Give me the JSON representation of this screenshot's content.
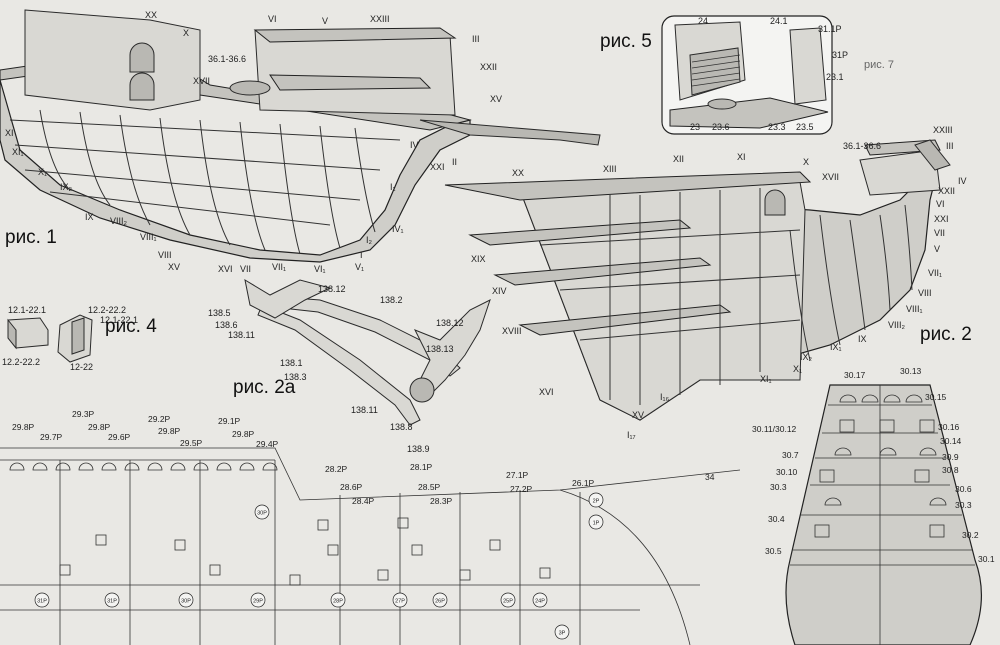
{
  "figures": {
    "fig1": "рис. 1",
    "fig2": "рис. 2",
    "fig2a": "рис. 2а",
    "fig4": "рис. 4",
    "fig5": "рис. 5"
  },
  "fig1_labels": [
    "XX",
    "X",
    "XXIII",
    "VI",
    "V",
    "III",
    "36.1-36.6",
    "XXII",
    "XVII",
    "XV",
    "XI",
    "XI₁",
    "X₁",
    "IX₂",
    "IX",
    "VIII₂",
    "VIII₁",
    "VIII",
    "XV",
    "XVI",
    "VII",
    "VII₁",
    "VI₁",
    "V₁",
    "I",
    "I₂",
    "IV₁",
    "I₁",
    "XXI",
    "IV",
    "II"
  ],
  "fig2_labels": [
    "XX",
    "XIII",
    "XII",
    "XI",
    "X",
    "XVII",
    "36.1-36.6",
    "XXIII",
    "III",
    "IV",
    "XXII",
    "VI",
    "XXI",
    "VII",
    "V",
    "VII₁",
    "VIII",
    "VIII₁",
    "VIII₂",
    "IX",
    "IX₁",
    "IX₂",
    "X₁",
    "XI₁",
    "I₁₆",
    "I₁₇",
    "XV",
    "XVI",
    "XVIII",
    "XIV",
    "XIX"
  ],
  "fig2a_labels": [
    "138.5",
    "138.6",
    "138.11",
    "138.12",
    "138.2",
    "138.1",
    "138.3",
    "138.13",
    "138.12",
    "138.11",
    "138.8",
    "138.9"
  ],
  "fig4_labels": [
    "12.1-22.1",
    "12.2-22.2",
    "12.2-22.2",
    "12.1-22.1",
    "12-22"
  ],
  "fig5_labels": [
    "24",
    "24.1",
    "31.1P",
    "31P",
    "23.1",
    "23",
    "23.6",
    "23.3",
    "23.5"
  ],
  "plan_labels": [
    "29.8P",
    "29.7P",
    "29.3P",
    "29.8P",
    "29.6P",
    "29.2P",
    "29.8P",
    "29.5P",
    "29.1P",
    "29.8P",
    "29.4P",
    "28.2P",
    "28.6P",
    "28.4P",
    "28.1P",
    "28.5P",
    "28.3P",
    "27.1P",
    "27.2P",
    "26.1P",
    "34"
  ],
  "plan_markers": [
    "31P",
    "31P",
    "30P",
    "29P",
    "28P",
    "27P",
    "26P",
    "25P",
    "24P",
    "2P",
    "1P",
    "3P",
    "30P"
  ],
  "stern_labels": [
    "30.17",
    "30.13",
    "30.15",
    "30.16",
    "30.14",
    "30.11/30.12",
    "30.9",
    "30.7",
    "30.10",
    "30.8",
    "30.3",
    "30.6",
    "30.4",
    "30.3",
    "30.2",
    "30.5",
    "30.1"
  ],
  "text_fragment": "рис. 7"
}
